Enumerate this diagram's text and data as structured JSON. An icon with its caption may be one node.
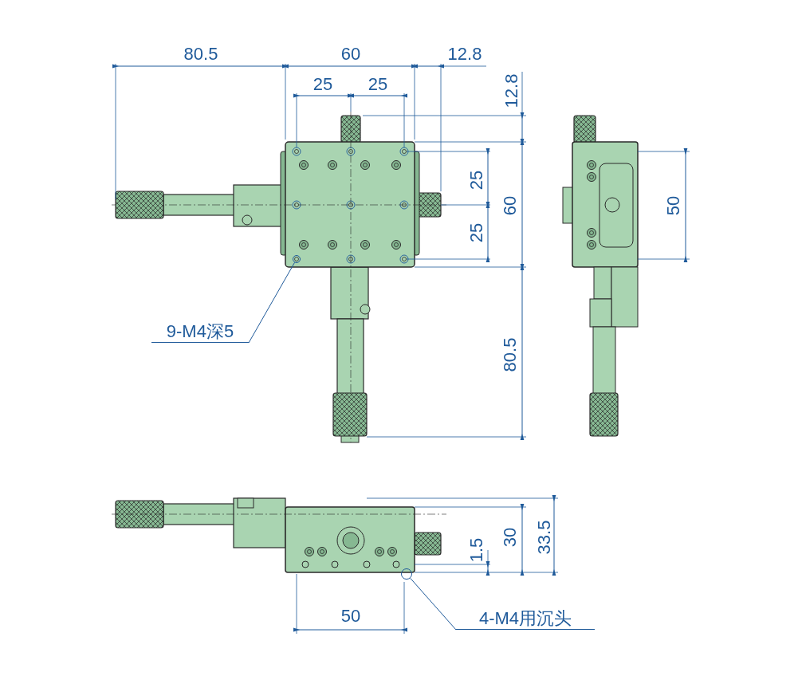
{
  "diagram": {
    "nodes": [
      {
        "text": [
          "9-M4深5"
        ]
      },
      {
        "text": [],
        "shape": "circle"
      },
      {
        "text": [
          "4-M4用沉头"
        ]
      },
      {
        "text": [],
        "shape": "circle"
      }
    ],
    "edges": [
      {
        "from": 0,
        "to": 1,
        "arrow": "none"
      },
      {
        "from": 2,
        "to": 3,
        "arrow": "none"
      }
    ],
    "labels": [
      "80.5",
      "60",
      "12.8",
      "25",
      "25",
      "12.8",
      "25",
      "60",
      "25",
      "50",
      "80.5",
      "1.5",
      "30",
      "33.5",
      "50"
    ]
  }
}
